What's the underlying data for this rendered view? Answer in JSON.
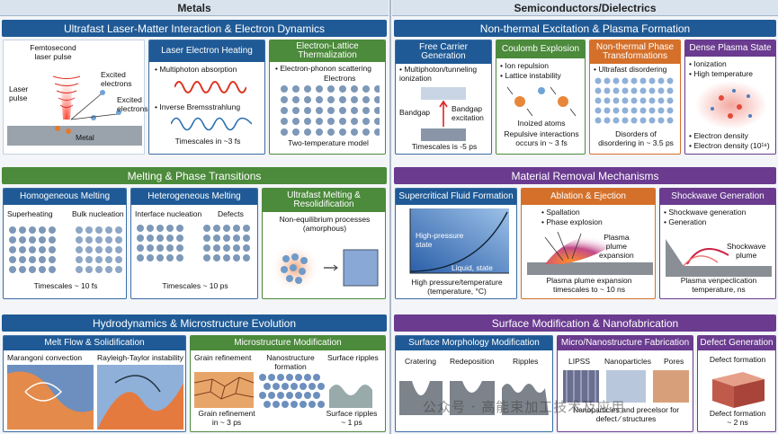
{
  "left": {
    "header": "Metals",
    "sec1": {
      "title": "Ultrafast Laser-Matter Interaction & Electron Dynamics",
      "p1": {
        "femto": "Femtosecond\nlaser pulse",
        "laser": "Laser\npulse",
        "excited1": "Excited\nelectrons",
        "excited2": "Excited\nelectrons",
        "metal": "Metal"
      },
      "p2": {
        "title": "Laser Electron Heating",
        "b1": "• Multiphoton absorption",
        "b2": "• Inverse Bremsstrahlung",
        "time": "Timescales in ~3 fs"
      },
      "p3": {
        "title": "Electron-Lattice\nThermalization",
        "b1": "• Electron-phonon scattering",
        "b2": "Electrons",
        "footer": "Two-temperature model"
      }
    },
    "sec2": {
      "title": "Melting & Phase Transitions",
      "p1": {
        "title": "Homogeneous Melting",
        "a": "Superheating",
        "b": "Bulk nucleation",
        "time": "Timescales ~ 10 fs"
      },
      "p2": {
        "title": "Heterogeneous Melting",
        "a": "Interface nucleation",
        "b": "Defects",
        "time": "Timescales ~ 10 ps"
      },
      "p3": {
        "title": "Ultrafast Melting &\nResolidification",
        "a": "Non-equilibrium processes\n(amorphous)"
      }
    },
    "sec3": {
      "title": "Hydrodynamics & Microstructure Evolution",
      "p1": {
        "title": "Melt Flow & Solidification",
        "a": "Marangoni convection",
        "b": "Rayleigh-Taylor instability"
      },
      "p2": {
        "title": "Microstructure Modification",
        "a": "Grain refinement",
        "b": "Nanostructure\nformation",
        "c": "Surface ripples",
        "d": "Grain refinement\nin ~ 3 ps",
        "e": "Surface ripples\n~ 1 ps"
      }
    }
  },
  "right": {
    "header": "Semiconductors/Dielectrics",
    "sec1": {
      "title": "Non-thermal Excitation & Plasma Formation",
      "p1": {
        "title": "Free Carrier\nGeneration",
        "a": "• Multiphoton/tunneling\nionization",
        "gap": "Bandgap",
        "exc": "Bandgap\nexcitation",
        "time": "Timescales is -5 ps"
      },
      "p2": {
        "title": "Coulomb Explosion",
        "a": "• Ion repulsion",
        "b": "• Lattice instability",
        "c": "Inoized atoms",
        "d": "Repulsive interactions\noccurs in ~ 3 fs"
      },
      "p3": {
        "title": "Non-thermal Phase\nTransformations",
        "a": "• Ultrafast disordering",
        "b": "Disorders of\ndisordering in ~ 3.5 ps"
      },
      "p4": {
        "title": "Dense Plasma State",
        "a": "• Ionization",
        "b": "• High temperature",
        "c": "• Electron density",
        "d": "• Electron density (10¹⁸)"
      }
    },
    "sec2": {
      "title": "Material Removal Mechanisms",
      "p1": {
        "title": "Supercritical Fluid Formation",
        "a": "High-pressure\nstate",
        "b": "Liquid, state",
        "c": "High pressure/temperature\n(temperature, °C)"
      },
      "p2": {
        "title": "Ablation & Ejection",
        "a": "• Spallation",
        "b": "• Phase explosion",
        "c": "Plasma\nplume\nexpansion",
        "d": "Plasma plume expansion\ntimescales to ~ 10 ns"
      },
      "p3": {
        "title": "Shockwave Generation",
        "a": "• Shockwave generation",
        "b": "• Generation",
        "c": "Shockwave\nplume",
        "d": "Plasma venpeclication\ntemperature, ns"
      }
    },
    "sec3": {
      "title": "Surface Modification & Nanofabrication",
      "p1": {
        "title": "Surface Morphology Modification",
        "a": "Cratering",
        "b": "Redeposition",
        "c": "Ripples"
      },
      "p2": {
        "title": "Micro/Nanostructure Fabrication",
        "a": "LIPSS",
        "b": "Nanoparticles",
        "c": "Pores",
        "d": "Nanoparticles and precelsor for\ndefect ⁄ structures"
      },
      "p3": {
        "title": "Defect Generation",
        "a": "Defect formation",
        "b": "Defect formation\n~ 2 ns"
      }
    }
  },
  "watermark": "公众号 · 高能束加工技术及应用"
}
